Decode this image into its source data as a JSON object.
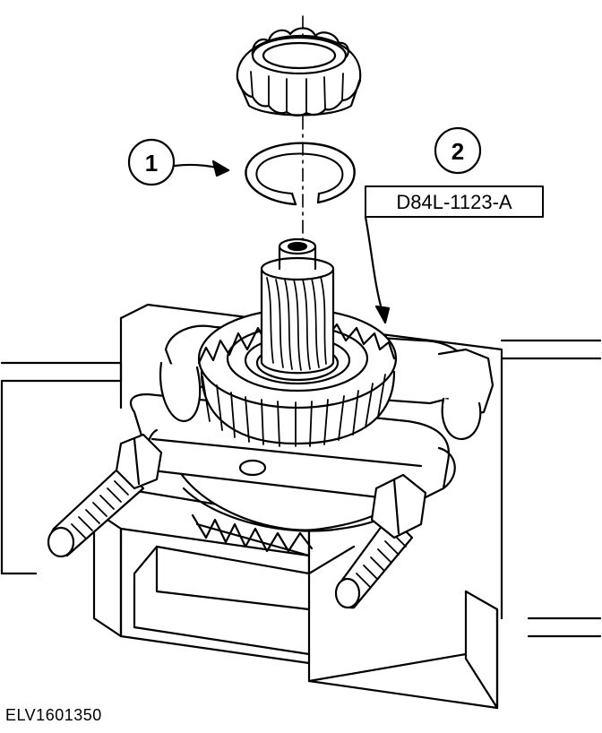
{
  "callouts": {
    "item_1": "1",
    "item_2": "2"
  },
  "tool_label": "D84L-1123-A",
  "figure_id": "ELV1601350",
  "icons": {
    "bearing_cone": "bearing-cone-icon",
    "snap_ring": "snap-ring-icon",
    "gear_shaft": "gear-shaft-icon",
    "puller": "bearing-puller-icon",
    "vise": "vise-icon"
  }
}
